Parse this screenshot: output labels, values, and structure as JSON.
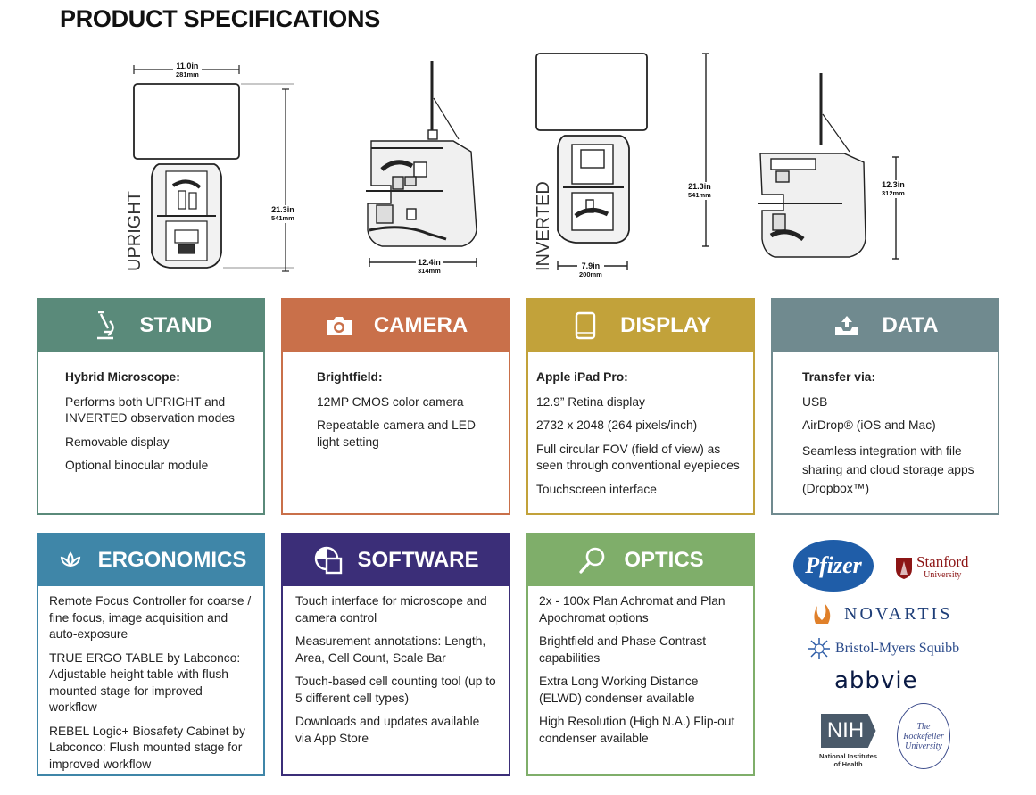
{
  "page_title": "PRODUCT SPECIFICATIONS",
  "drawings": {
    "upright_label": "UPRIGHT",
    "inverted_label": "INVERTED",
    "upright_width": {
      "in": "11.0in",
      "mm": "281mm"
    },
    "upright_height": {
      "in": "21.3in",
      "mm": "541mm"
    },
    "side_depth": {
      "in": "12.4in",
      "mm": "314mm"
    },
    "inverted_height": {
      "in": "21.3in",
      "mm": "541mm"
    },
    "inverted_width": {
      "in": "7.9in",
      "mm": "200mm"
    },
    "inverted_side_height": {
      "in": "12.3in",
      "mm": "312mm"
    }
  },
  "cards": {
    "stand": {
      "title": "STAND",
      "icon": "microscope-icon",
      "color": "#5a8a7a",
      "lead": "Hybrid Microscope:",
      "items": [
        "Performs both UPRIGHT and INVERTED observation modes",
        "Removable display",
        "Optional binocular module"
      ]
    },
    "camera": {
      "title": "CAMERA",
      "icon": "camera-icon",
      "color": "#c9704a",
      "lead": "Brightfield:",
      "items": [
        "12MP CMOS color camera",
        "Repeatable camera and LED light setting"
      ]
    },
    "display": {
      "title": "DISPLAY",
      "icon": "tablet-icon",
      "color": "#c2a23a",
      "lead": "Apple iPad Pro:",
      "items": [
        "12.9” Retina display",
        "2732 x 2048 (264 pixels/inch)",
        "Full circular FOV (field of view) as seen through conventional eyepieces",
        "Touchscreen interface"
      ]
    },
    "data": {
      "title": "DATA",
      "icon": "upload-tray-icon",
      "color": "#708a8f",
      "lead": "Transfer via:",
      "items": [
        "USB",
        "AirDrop® (iOS and Mac)",
        "Seamless integration with file sharing and cloud storage apps (Dropbox™)"
      ]
    },
    "ergonomics": {
      "title": "ERGONOMICS",
      "icon": "lotus-icon",
      "color": "#3f86a8",
      "items": [
        "Remote Focus Controller for coarse / fine focus, image acquisition and auto-exposure",
        "TRUE ERGO TABLE by Labconco: Adjustable height table with flush mounted stage for improved workflow",
        "REBEL Logic+ Biosafety Cabinet by Labconco: Flush mounted stage for improved workflow"
      ]
    },
    "software": {
      "title": "SOFTWARE",
      "icon": "software-icon",
      "color": "#3b2e78",
      "items": [
        "Touch interface for microscope and camera control",
        "Measurement annotations: Length, Area, Cell Count, Scale Bar",
        "Touch-based cell counting tool (up to 5 different cell types)",
        "Downloads and updates available via App Store"
      ]
    },
    "optics": {
      "title": "OPTICS",
      "icon": "magnifier-icon",
      "color": "#7fae6a",
      "items": [
        "2x - 100x Plan Achromat and Plan Apochromat options",
        "Brightfield and Phase Contrast capabilities",
        "Extra Long Working Distance (ELWD) condenser available",
        "High Resolution (High N.A.) Flip-out condenser available"
      ]
    }
  },
  "logos": {
    "pfizer": "Pfizer",
    "stanford": "Stanford",
    "stanford_sub": "University",
    "novartis": "NOVARTIS",
    "bms": "Bristol-Myers Squibb",
    "abbvie": "abbvie",
    "nih": "NIH",
    "nih_sub1": "National Institutes",
    "nih_sub2": "of Health",
    "rockefeller1": "The",
    "rockefeller2": "Rockefeller",
    "rockefeller3": "University"
  }
}
